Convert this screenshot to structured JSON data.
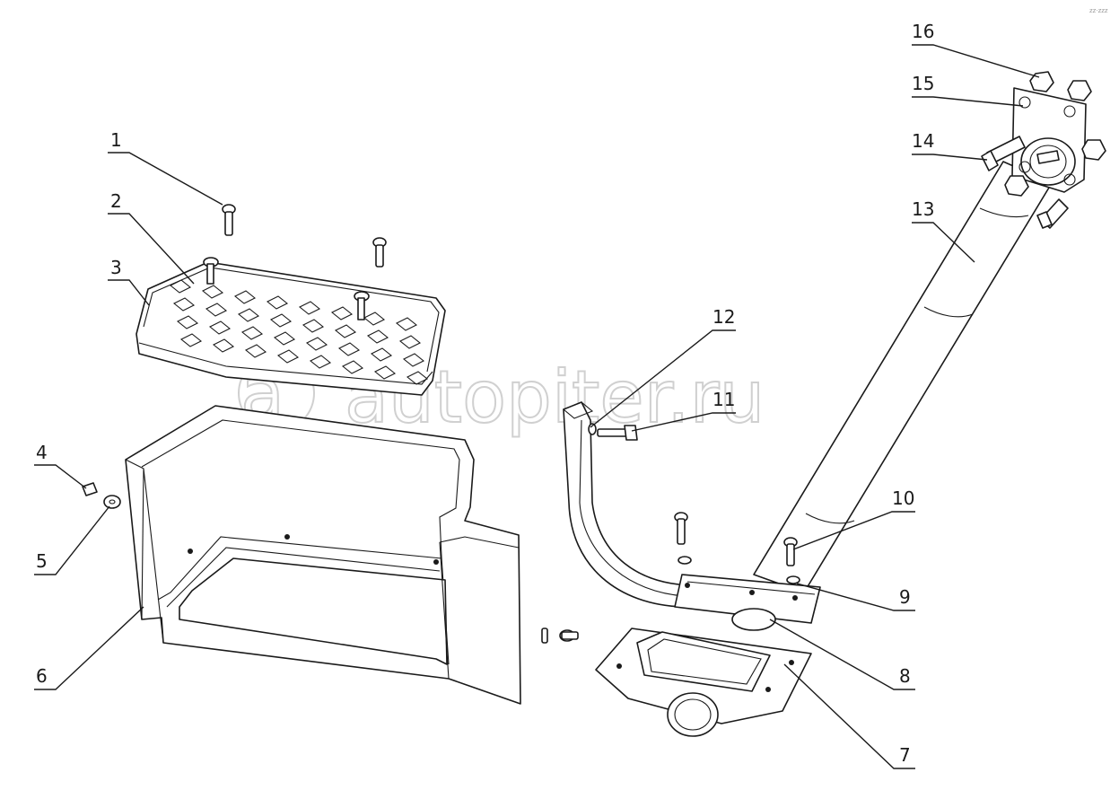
{
  "watermark": "autopiter.ru",
  "corner_mark": "zz·zzz",
  "callouts": [
    {
      "label": "1"
    },
    {
      "label": "2"
    },
    {
      "label": "3"
    },
    {
      "label": "4"
    },
    {
      "label": "5"
    },
    {
      "label": "6"
    },
    {
      "label": "7"
    },
    {
      "label": "8"
    },
    {
      "label": "9"
    },
    {
      "label": "10"
    },
    {
      "label": "11"
    },
    {
      "label": "12"
    },
    {
      "label": "13"
    },
    {
      "label": "14"
    },
    {
      "label": "15"
    },
    {
      "label": "16"
    }
  ]
}
